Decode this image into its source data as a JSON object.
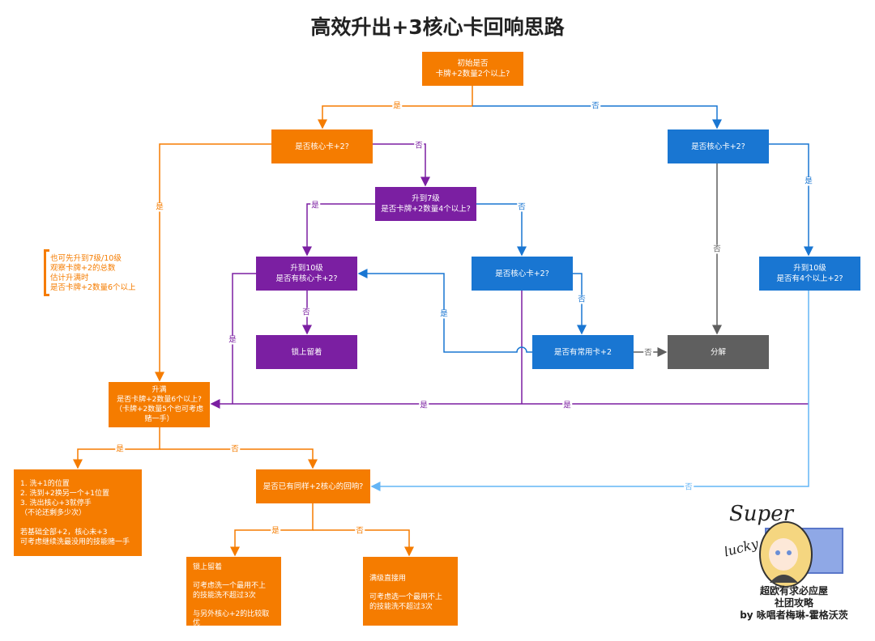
{
  "title": "高效升出+3核心卡回响思路",
  "colors": {
    "orange": "#f57c00",
    "purple": "#7b1fa2",
    "blue": "#1976d2",
    "light_blue": "#64b5f6",
    "gray": "#5f5f5f"
  },
  "nodes": {
    "start": "初始是否\n卡牌+2数量2个以上?",
    "core_left": "是否核心卡+2?",
    "core_right": "是否核心卡+2?",
    "lv7": "升到7级\n是否卡牌+2数量4个以上?",
    "lv10_core": "升到10级\n是否有核心卡+2?",
    "core_mid": "是否核心卡+2?",
    "lv10_four": "升到10级\n是否有4个以上+2?",
    "lock_keep": "锁上留着",
    "common_card": "是否有常用卡+2",
    "decompose": "分解",
    "max_level": "升满\n是否卡牌+2数量6个以上?\n（卡牌+2数量5个也可考虑\n赌一手）",
    "reroll_steps": "1. 洗+1的位置\n2. 洗到+2换另一个+1位置\n3. 洗出核心+3就停手\n    （不论还剩多少次）\n\n若基础全部+2，核心未+3\n可考虑继续洗最没用的技能赌一手",
    "same_core": "是否已有同样+2核心的回响?",
    "lock_compare": "锁上留着\n\n可考虑洗一个最用不上\n的技能洗不超过3次\n\n与另外核心+2的比较取\n优",
    "use_max": "满级直接用\n\n可考虑选一个最用不上\n的技能洗不超过3次"
  },
  "note": "也可先升到7级/10级\n观察卡牌+2的总数\n估计升满时\n是否卡牌+2数量6个以上",
  "edge_labels": {
    "yes": "是",
    "no": "否"
  },
  "credit": {
    "logo_text": "Super lucky",
    "lines": "超欧有求必应屋\n社团攻略\nby 咏唱者梅琳-霍格沃茨"
  }
}
